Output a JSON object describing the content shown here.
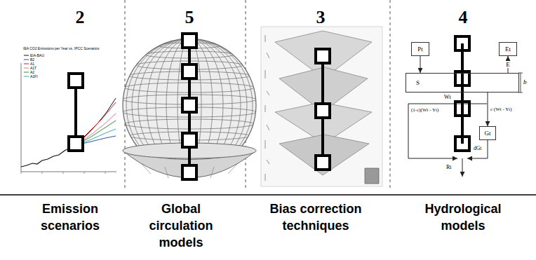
{
  "diagram": {
    "nodes": [
      {
        "text": [
          "Pt"
        ]
      },
      {
        "text": [
          "Et"
        ]
      },
      {
        "text": [
          "S"
        ]
      },
      {
        "text": [
          "Gt"
        ]
      }
    ],
    "edges": [
      {
        "from": 0,
        "to": 2,
        "arrow": "to"
      },
      {
        "from": 2,
        "to": 1,
        "arrow": "to",
        "label": "E"
      },
      {
        "from": 2,
        "to": 3,
        "arrow": "to",
        "label": "c (Wt - Yt)"
      }
    ],
    "labels": [
      "2",
      "5",
      "3",
      "4",
      "Emission scenarios",
      "Global circulation models",
      "Bias correction techniques",
      "Hydrological models",
      "IEA CO2 Emissions per Year vs. IPCC Scenarios",
      "b",
      "Wt",
      "(1-c)(Wt - Yt)",
      "dGt",
      "Rt"
    ],
    "legend": [
      {
        "text": "EIA-BAU"
      },
      {
        "text": "B2"
      },
      {
        "text": "A1"
      },
      {
        "text": "A1T"
      },
      {
        "text": "A2"
      },
      {
        "text": "A1FI"
      }
    ]
  }
}
